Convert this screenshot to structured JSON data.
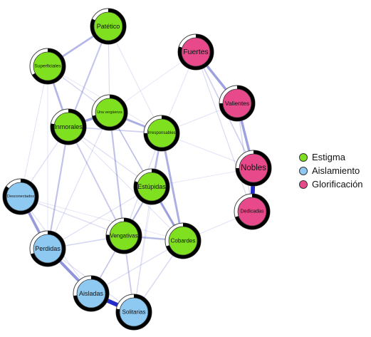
{
  "legend": [
    {
      "key": "estigma",
      "label": "Estigma",
      "color": "#7fe01f"
    },
    {
      "key": "aislamiento",
      "label": "Aislamiento",
      "color": "#8ec9f2"
    },
    {
      "key": "glorificacion",
      "label": "Glorificación",
      "color": "#e8498a"
    }
  ],
  "nodes": [
    {
      "id": "pat",
      "label": "Patético",
      "group": "estigma"
    },
    {
      "id": "sup",
      "label": "Superficiales",
      "group": "estigma"
    },
    {
      "id": "inm",
      "label": "Inmorales",
      "group": "estigma"
    },
    {
      "id": "ver",
      "label": "Una vergüenza",
      "group": "estigma"
    },
    {
      "id": "irr",
      "label": "Irresponsables",
      "group": "estigma"
    },
    {
      "id": "est",
      "label": "Estúpidas",
      "group": "estigma"
    },
    {
      "id": "ven",
      "label": "Vengativas",
      "group": "estigma"
    },
    {
      "id": "cob",
      "label": "Cobardes",
      "group": "estigma"
    },
    {
      "id": "des",
      "label": "Desconectados",
      "group": "aislamiento"
    },
    {
      "id": "per",
      "label": "Perdidas",
      "group": "aislamiento"
    },
    {
      "id": "ais",
      "label": "Aisladas",
      "group": "aislamiento"
    },
    {
      "id": "sol",
      "label": "Solitarias",
      "group": "aislamiento"
    },
    {
      "id": "fue",
      "label": "Fuertes",
      "group": "glorificacion"
    },
    {
      "id": "val",
      "label": "Valientes",
      "group": "glorificacion"
    },
    {
      "id": "nob",
      "label": "Nobles",
      "group": "glorificacion"
    },
    {
      "id": "ded",
      "label": "Dedicadas",
      "group": "glorificacion"
    }
  ],
  "edges": [
    {
      "a": "ais",
      "b": "sol",
      "w": 1.0
    },
    {
      "a": "nob",
      "b": "ded",
      "w": 1.0
    },
    {
      "a": "per",
      "b": "ais",
      "w": 0.65
    },
    {
      "a": "des",
      "b": "per",
      "w": 0.6
    },
    {
      "a": "fue",
      "b": "val",
      "w": 0.55
    },
    {
      "a": "val",
      "b": "nob",
      "w": 0.55
    },
    {
      "a": "inm",
      "b": "ver",
      "w": 0.55
    },
    {
      "a": "ver",
      "b": "irr",
      "w": 0.45
    },
    {
      "a": "est",
      "b": "cob",
      "w": 0.5
    },
    {
      "a": "irr",
      "b": "cob",
      "w": 0.45
    },
    {
      "a": "sup",
      "b": "inm",
      "w": 0.4
    },
    {
      "a": "pat",
      "b": "sup",
      "w": 0.4
    },
    {
      "a": "irr",
      "b": "est",
      "w": 0.35
    },
    {
      "a": "ven",
      "b": "cob",
      "w": 0.35
    },
    {
      "a": "inm",
      "b": "per",
      "w": 0.3
    },
    {
      "a": "ver",
      "b": "ven",
      "w": 0.3
    },
    {
      "a": "pat",
      "b": "inm",
      "w": 0.28
    },
    {
      "a": "est",
      "b": "ven",
      "w": 0.3
    },
    {
      "a": "inm",
      "b": "ven",
      "w": 0.25
    },
    {
      "a": "ven",
      "b": "sol",
      "w": 0.25
    },
    {
      "a": "ven",
      "b": "ais",
      "w": 0.2
    },
    {
      "a": "inm",
      "b": "irr",
      "w": 0.2
    },
    {
      "a": "ver",
      "b": "est",
      "w": 0.2
    },
    {
      "a": "fue",
      "b": "nob",
      "w": 0.2
    },
    {
      "a": "fue",
      "b": "ded",
      "w": 0.12
    },
    {
      "a": "val",
      "b": "ded",
      "w": 0.15
    },
    {
      "a": "sup",
      "b": "ver",
      "w": 0.15
    },
    {
      "a": "pat",
      "b": "ver",
      "w": 0.12
    },
    {
      "a": "des",
      "b": "inm",
      "w": 0.12
    },
    {
      "a": "per",
      "b": "ven",
      "w": 0.18
    },
    {
      "a": "des",
      "b": "ven",
      "w": 0.12
    },
    {
      "a": "cob",
      "b": "sol",
      "w": 0.15
    },
    {
      "a": "ais",
      "b": "cob",
      "w": 0.12
    },
    {
      "a": "inm",
      "b": "est",
      "w": 0.12
    },
    {
      "a": "ver",
      "b": "cob",
      "w": 0.12
    },
    {
      "a": "irr",
      "b": "ven",
      "w": 0.12
    },
    {
      "a": "per",
      "b": "est",
      "w": 0.1
    },
    {
      "a": "per",
      "b": "sol",
      "w": 0.1
    },
    {
      "a": "des",
      "b": "ais",
      "w": 0.1
    },
    {
      "a": "irr",
      "b": "fue",
      "w": 0.08
    },
    {
      "a": "irr",
      "b": "val",
      "w": 0.08
    },
    {
      "a": "irr",
      "b": "nob",
      "w": 0.08
    },
    {
      "a": "ver",
      "b": "fue",
      "w": 0.06
    },
    {
      "a": "pat",
      "b": "irr",
      "w": 0.08
    },
    {
      "a": "sup",
      "b": "irr",
      "w": 0.06
    },
    {
      "a": "sup",
      "b": "des",
      "w": 0.08
    },
    {
      "a": "cob",
      "b": "ded",
      "w": 0.07
    },
    {
      "a": "est",
      "b": "nob",
      "w": 0.06
    },
    {
      "a": "inm",
      "b": "cob",
      "w": 0.08
    },
    {
      "a": "ver",
      "b": "per",
      "w": 0.1
    },
    {
      "a": "sup",
      "b": "per",
      "w": 0.06
    },
    {
      "a": "est",
      "b": "sol",
      "w": 0.08
    },
    {
      "a": "des",
      "b": "cob",
      "w": 0.06
    },
    {
      "a": "irr",
      "b": "sol",
      "w": 0.06
    },
    {
      "a": "est",
      "b": "ais",
      "w": 0.06
    }
  ]
}
